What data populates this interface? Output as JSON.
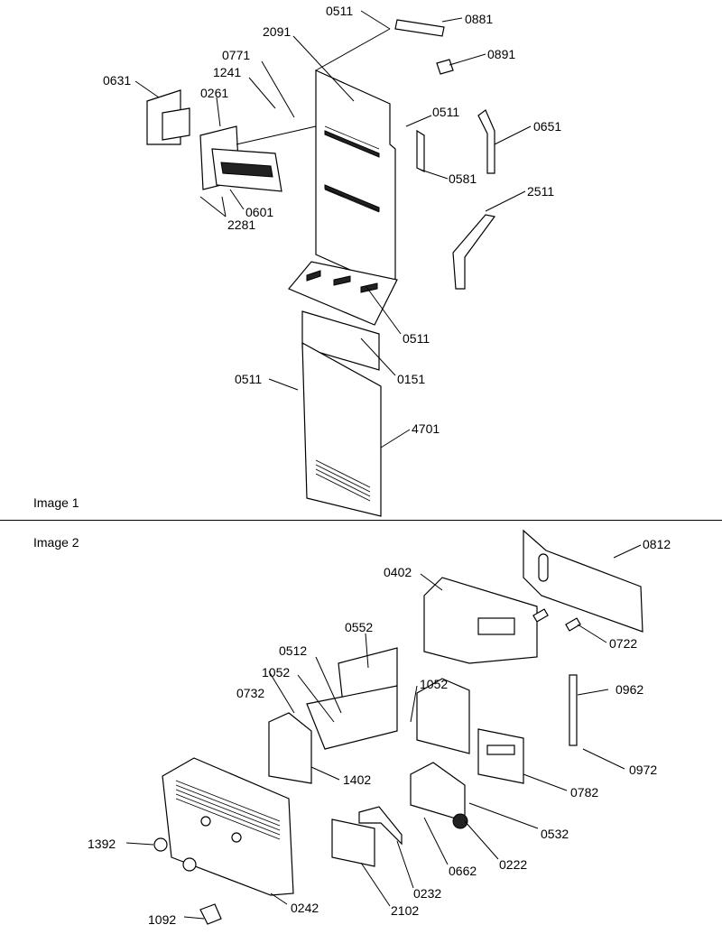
{
  "image1": {
    "caption": "Image 1",
    "callouts": [
      "0511",
      "0881",
      "2091",
      "0891",
      "0771",
      "1241",
      "0631",
      "0261",
      "0511",
      "0651",
      "0581",
      "2511",
      "0601",
      "2281",
      "0511",
      "0151",
      "0511",
      "4701"
    ]
  },
  "image2": {
    "caption": "Image 2",
    "callouts": [
      "0812",
      "0402",
      "0722",
      "0552",
      "0512",
      "1052",
      "1052",
      "0732",
      "0962",
      "1402",
      "0782",
      "0972",
      "0532",
      "1392",
      "0222",
      "0662",
      "0232",
      "0242",
      "2102",
      "1092"
    ]
  }
}
